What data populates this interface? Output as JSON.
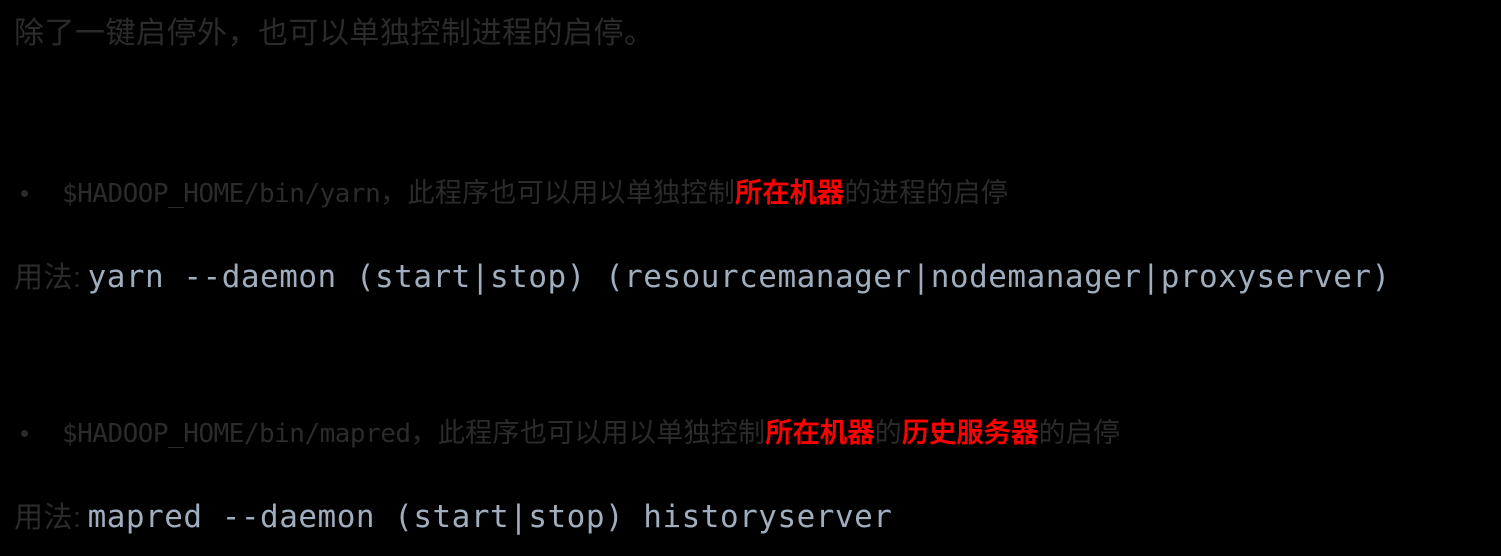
{
  "page": {
    "background_color": "#000000",
    "body_text_color": "#2b2b2b",
    "code_text_color": "#9fadbd",
    "highlight_color": "#ff0000"
  },
  "intro": {
    "text": "除了一键启停外，也可以单独控制进程的启停。"
  },
  "bullets": [
    {
      "marker": "•",
      "path": "$HADOOP_HOME/bin/yarn",
      "text_before": "，此程序也可以用以单独控制",
      "highlight_1": "所在机器",
      "text_middle": "的进程的启停",
      "highlight_2": "",
      "text_after": "",
      "usage_label": "用法:",
      "usage_code": "yarn --daemon (start|stop) (resourcemanager|nodemanager|proxyserver)"
    },
    {
      "marker": "•",
      "path": "$HADOOP_HOME/bin/mapred",
      "text_before": "，此程序也可以用以单独控制",
      "highlight_1": "所在机器",
      "text_middle": "的",
      "highlight_2": "历史服务器",
      "text_after": "的启停",
      "usage_label": "用法:",
      "usage_code": "mapred --daemon (start|stop) historyserver"
    }
  ]
}
